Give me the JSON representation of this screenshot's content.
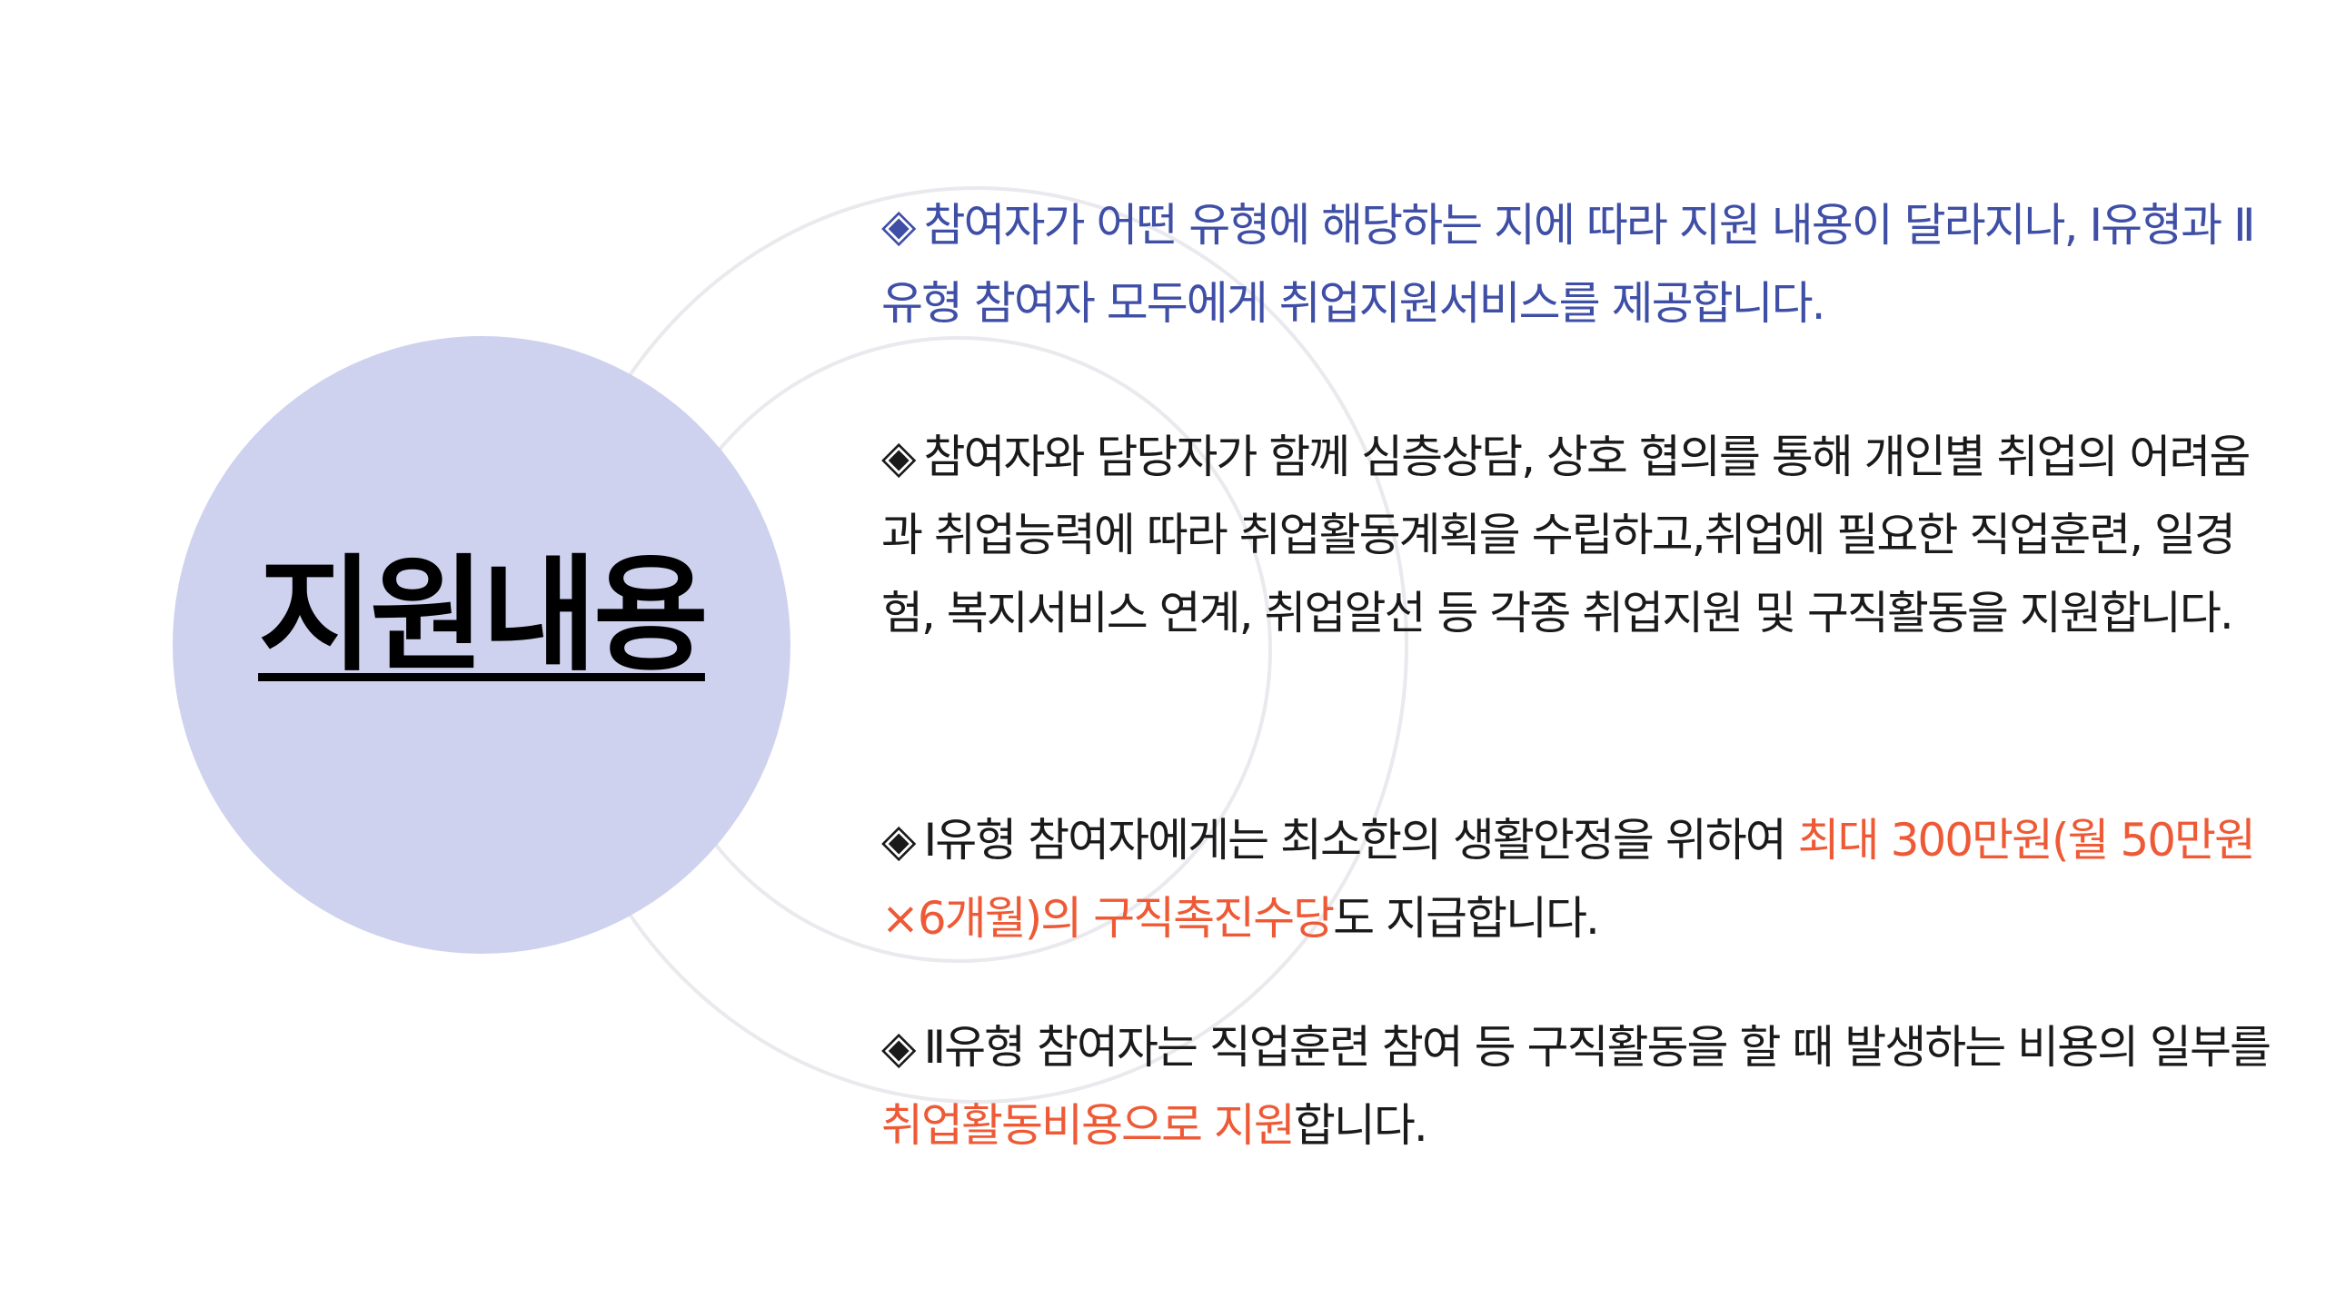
{
  "title": "지원내용",
  "bullet_symbol": "◈",
  "accent_color": "#3f4fa6",
  "highlight_color": "#ee5a36",
  "circle_color": "#ced2ef",
  "paragraphs": {
    "p1": "참여자가 어떤 유형에 해당하는 지에 따라 지원 내용이 달라지나, Ⅰ유형과 Ⅱ유형 참여자 모두에게 취업지원서비스를 제공합니다.",
    "p2": "참여자와 담당자가 함께 심층상담, 상호 협의를 통해 개인별 취업의 어려움과 취업능력에 따라 취업활동계획을 수립하고,취업에 필요한 직업훈련, 일경험, 복지서비스 연계, 취업알선 등 각종 취업지원 및 구직활동을 지원합니다.",
    "p3": {
      "lead": "Ⅰ유형 참여자에게는 최소한의 생활안정을 위하여 ",
      "highlight": "최대 300만원(월 50만원×6개월)의 구직촉진수당",
      "tail": "도 지급합니다."
    },
    "p4": {
      "lead": "Ⅱ유형 참여자는 직업훈련 참여 등 구직활동을 할 때 발생하는 비용의 일부를 ",
      "highlight": "취업활동비용으로 지원",
      "tail": "합니다."
    }
  }
}
